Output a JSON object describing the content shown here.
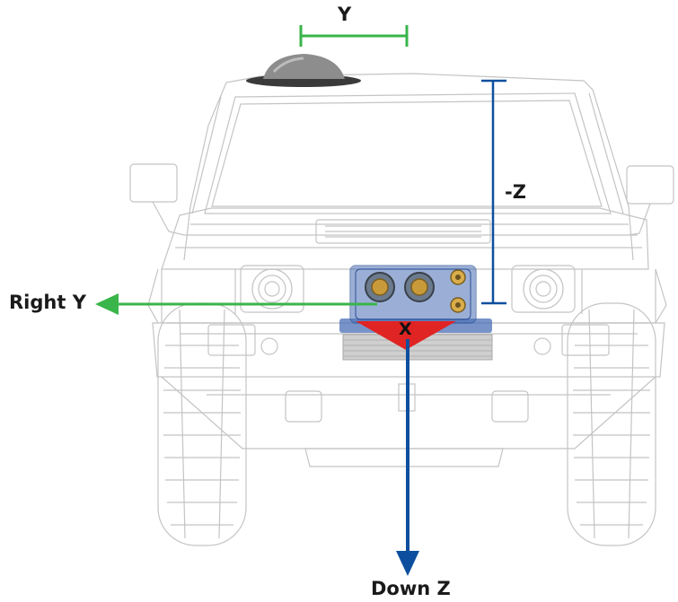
{
  "labels": {
    "y_dimension": "Y",
    "negative_z": "-Z",
    "right_y": "Right Y",
    "down_z": "Down Z",
    "x_axis": "X"
  },
  "colors": {
    "y_axis": "#39b54a",
    "z_axis": "#0d4f9e",
    "x_axis": "#e02424",
    "vehicle_line": "#c8c8c8",
    "device_body": "#4a6fb5",
    "connector": "#c9a13b"
  },
  "icons": {
    "vehicle": "pickup-truck-front-view",
    "antenna": "gnss-antenna-dome",
    "device": "imu-sensor-module"
  }
}
